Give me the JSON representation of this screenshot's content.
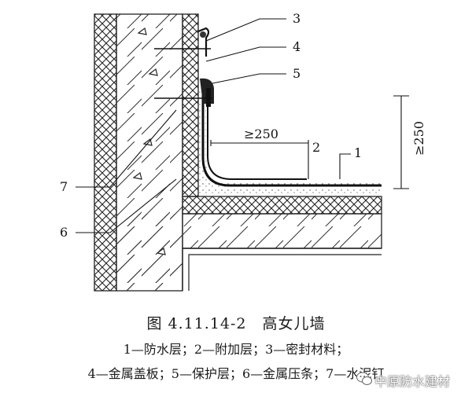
{
  "labels": {
    "n1": "1",
    "n2": "2",
    "n3": "3",
    "n4": "4",
    "n5": "5",
    "n6": "6",
    "n7": "7",
    "dim_horizontal": "≥250",
    "dim_vertical": "≥250"
  },
  "caption": {
    "title": "图 4.11.14-2　高女儿墙",
    "line1": "1—防水层；2—附加层；3—密封材料；",
    "line2": "4—金属盖板；5—保护层；6—金属压条；7—水泥钉"
  },
  "watermark": {
    "text": "中原防水建材",
    "icon": "wechat-icon"
  }
}
